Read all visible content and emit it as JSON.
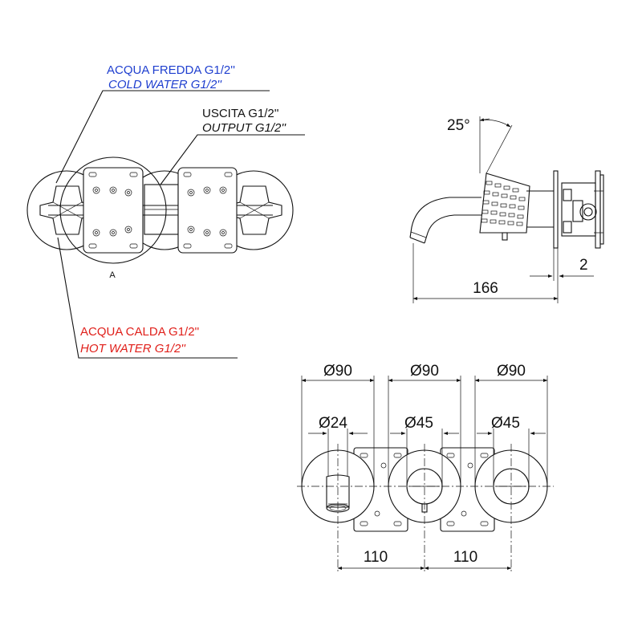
{
  "labels": {
    "cold_it": "ACQUA FREDDA G1/2''",
    "cold_en": "COLD WATER G1/2''",
    "out_it": "USCITA G1/2''",
    "out_en": "OUTPUT G1/2''",
    "hot_it": "ACQUA CALDA G1/2''",
    "hot_en": "HOT WATER G1/2''",
    "view_a": "A"
  },
  "dims": {
    "angle": "25°",
    "length": "166",
    "wall": "2",
    "d90_1": "Ø90",
    "d90_2": "Ø90",
    "d90_3": "Ø90",
    "d24": "Ø24",
    "d45_1": "Ø45",
    "d45_2": "Ø45",
    "spacing_1": "110",
    "spacing_2": "110"
  },
  "colors": {
    "cold": "#1f3fcf",
    "hot": "#e0201b",
    "line": "#111111"
  }
}
